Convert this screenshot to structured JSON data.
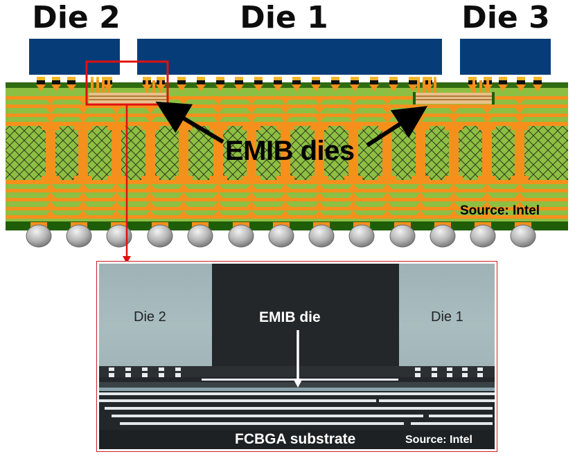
{
  "top_diagram": {
    "dies": [
      {
        "id": "die2",
        "label": "Die 2"
      },
      {
        "id": "die1",
        "label": "Die 1"
      },
      {
        "id": "die3",
        "label": "Die 3"
      }
    ],
    "callout": "EMIB dies",
    "source": "Source: Intel"
  },
  "cross_section": {
    "die_left": "Die 2",
    "die_right": "Die 1",
    "emib_label": "EMIB die",
    "substrate_label": "FCBGA substrate",
    "source": "Source: Intel"
  },
  "colors": {
    "die_fill": "#063d78",
    "substrate_green": "#8dbf43",
    "copper": "#f5901c",
    "highlight_box": "#e01010",
    "photo_bg": "#23272a"
  }
}
